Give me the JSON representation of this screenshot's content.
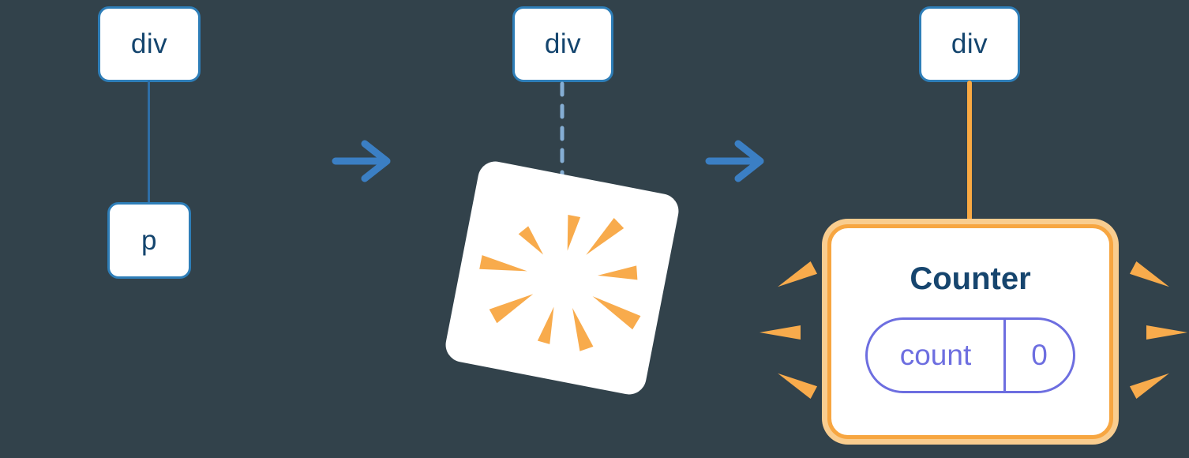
{
  "diagram": {
    "description": "DOM tree transformation: a div with a p child, the p child is removed (poof), then a Counter component with state count=0 is mounted under the div",
    "background_color": "#32424b",
    "stage1": {
      "root_label": "div",
      "child_label": "p"
    },
    "stage2": {
      "root_label": "div"
    },
    "stage3": {
      "root_label": "div",
      "component_title": "Counter",
      "state_key": "count",
      "state_value": "0"
    },
    "colors": {
      "node_fill": "#ffffff",
      "node_border": "#2e7eb8",
      "node_text": "#14456e",
      "edge_solid_blue": "#2e6ea6",
      "edge_dashed_blue": "#85aed4",
      "arrow_blue": "#3b7fc4",
      "burst_orange": "#f8ab4c",
      "edge_orange": "#f9a942",
      "highlight_border_orange": "#f7a641",
      "highlight_ring_orange": "#f9cd8f",
      "state_purple": "#6d6ee0"
    }
  }
}
